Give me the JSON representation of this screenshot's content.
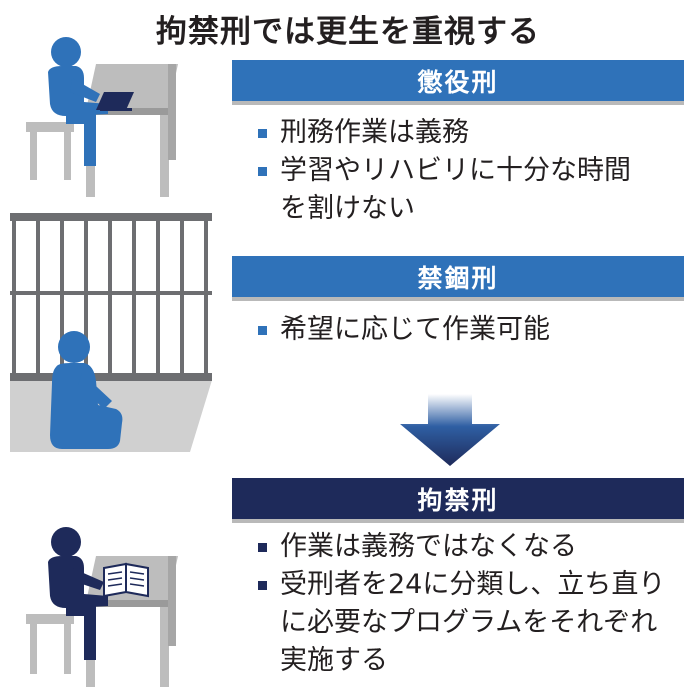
{
  "title": "拘禁刑では更生を重視する",
  "sections": [
    {
      "header": "懲役刑",
      "items": [
        "刑務作業は義務",
        "学習やリハビリに十分な時間を割けない"
      ]
    },
    {
      "header": "禁錮刑",
      "items": [
        "希望に応じて作業可能"
      ]
    },
    {
      "header": "拘禁刑",
      "items": [
        "作業は義務ではなくなる",
        "受刑者を24に分類し、立ち直りに必要なプログラムをそれぞれ実施する"
      ]
    }
  ],
  "colors": {
    "blue": "#2f72b9",
    "navy": "#1e2a5a",
    "gray": "#bdbdbd",
    "darkgray": "#6d6e71"
  },
  "icons": [
    "person-at-desk-laptop-icon",
    "person-kneeling-in-cell-icon",
    "person-reading-book-icon",
    "down-arrow-icon"
  ]
}
